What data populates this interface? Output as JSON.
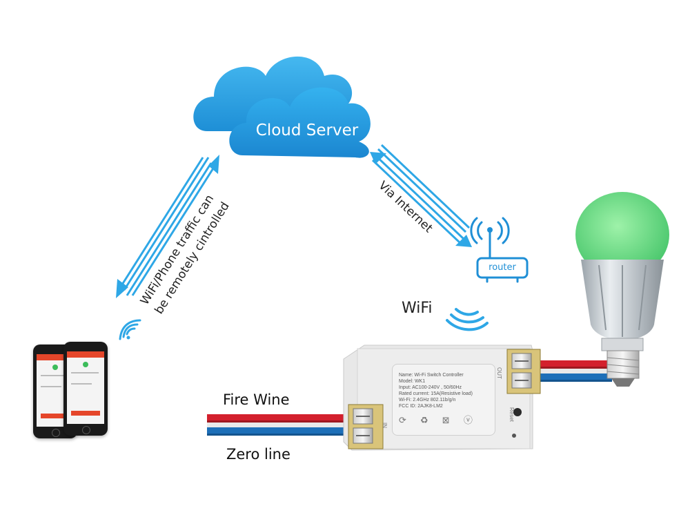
{
  "cloud": {
    "label": "Cloud Server"
  },
  "link_left": {
    "line1": "WiFi/Phone traffic can",
    "line2": "be remotely cintrolled"
  },
  "link_right": {
    "label": "Via Internet"
  },
  "router": {
    "label": "router"
  },
  "wifi": {
    "label": "WiFi"
  },
  "wires": {
    "fire": "Fire Wine",
    "zero": "Zero line"
  },
  "device": {
    "plate": [
      "Name: Wi-Fi Switch Controller",
      "Model: WK1",
      "Input: AC100-240V , 50/60Hz",
      "Rated current: 15A(Resistive load)",
      "Wi-Fi: 2.4GHz 802.11b/g/n",
      "FCC ID: 2AJK8-LM2"
    ],
    "reset": "Reset",
    "in_label": "IN",
    "out_label": "OUT"
  },
  "colors": {
    "accent": "#2ea7e6",
    "cloud": "#29a3e4",
    "fire": "#d3202d",
    "zero": "#1d6fb8",
    "bulb": "#6fe08a"
  }
}
